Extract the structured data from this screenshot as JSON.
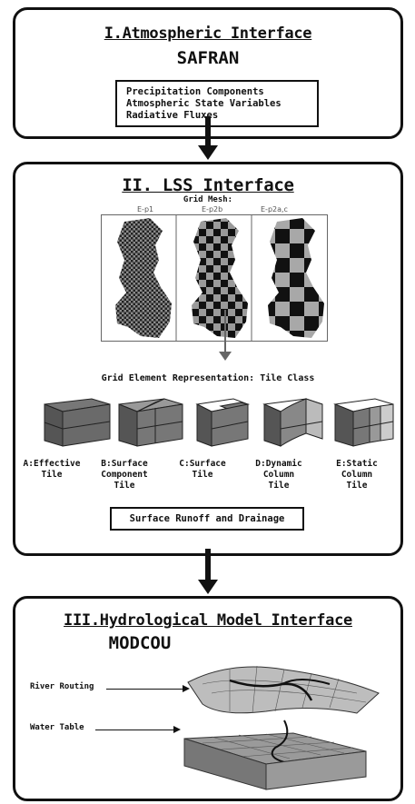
{
  "panel1": {
    "title": "I.Atmospheric Interface",
    "model": "SAFRAN",
    "items": [
      "Precipitation Components",
      "Atmospheric State Variables",
      "Radiative Fluxes"
    ]
  },
  "panel2": {
    "title": "II. LSS Interface",
    "grid_mesh_label": "Grid Mesh:",
    "maps": [
      "E-p1",
      "E-p2b",
      "E-p2a,c"
    ],
    "tile_class_heading": "Grid Element Representation: Tile Class",
    "tiles": [
      "A:Effective\nTile",
      "B:Surface\nComponent\nTile",
      "C:Surface\nTile",
      "D:Dynamic\nColumn\nTile",
      "E:Static\nColumn\nTile"
    ],
    "output_box": "Surface Runoff and Drainage"
  },
  "panel3": {
    "title": "III.Hydrological Model Interface",
    "model": "MODCOU",
    "labels": [
      "River Routing",
      "Water Table"
    ]
  },
  "colors": {
    "dark_gray": "#555555",
    "light_gray": "#a8a8a8",
    "black": "#111111"
  }
}
